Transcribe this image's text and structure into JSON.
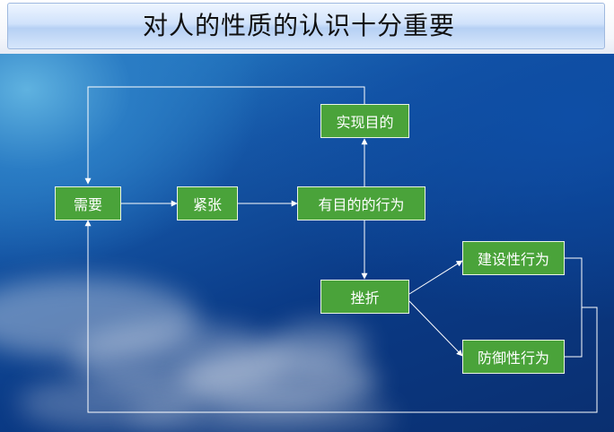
{
  "title": "对人的性质的认识十分重要",
  "nodes": {
    "need": "需要",
    "tension": "紧张",
    "goal_behavior": "有目的的行为",
    "achieve": "实现目的",
    "frustration": "挫折",
    "constructive": "建设性行为",
    "defensive": "防御性行为"
  },
  "colors": {
    "node_fill": "#4aa33a",
    "node_border": "#eaf5e4",
    "connector": "#ffffff",
    "sky_dark": "#0a2f70",
    "sky_light": "#2a86cc"
  }
}
